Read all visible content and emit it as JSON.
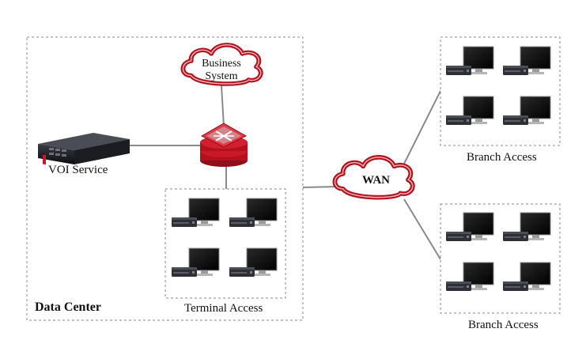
{
  "data_center": {
    "label": "Data Center"
  },
  "terminal_access": {
    "label": "Terminal Access"
  },
  "branch_access_top": {
    "label": "Branch Access"
  },
  "branch_access_bottom": {
    "label": "Branch Access"
  },
  "voi_service": {
    "label": "VOI  Service"
  },
  "business_system": {
    "label": "Business System"
  },
  "wan": {
    "label": "WAN"
  },
  "colors": {
    "cloud_outline": "#b3111c",
    "router_red": "#c8182a",
    "server_dark": "#1b1d22",
    "link_gray": "#8a8a8a",
    "dashed_border": "#888888"
  },
  "icons": [
    "server-icon",
    "router-icon",
    "cloud-icon",
    "terminal-icon"
  ]
}
